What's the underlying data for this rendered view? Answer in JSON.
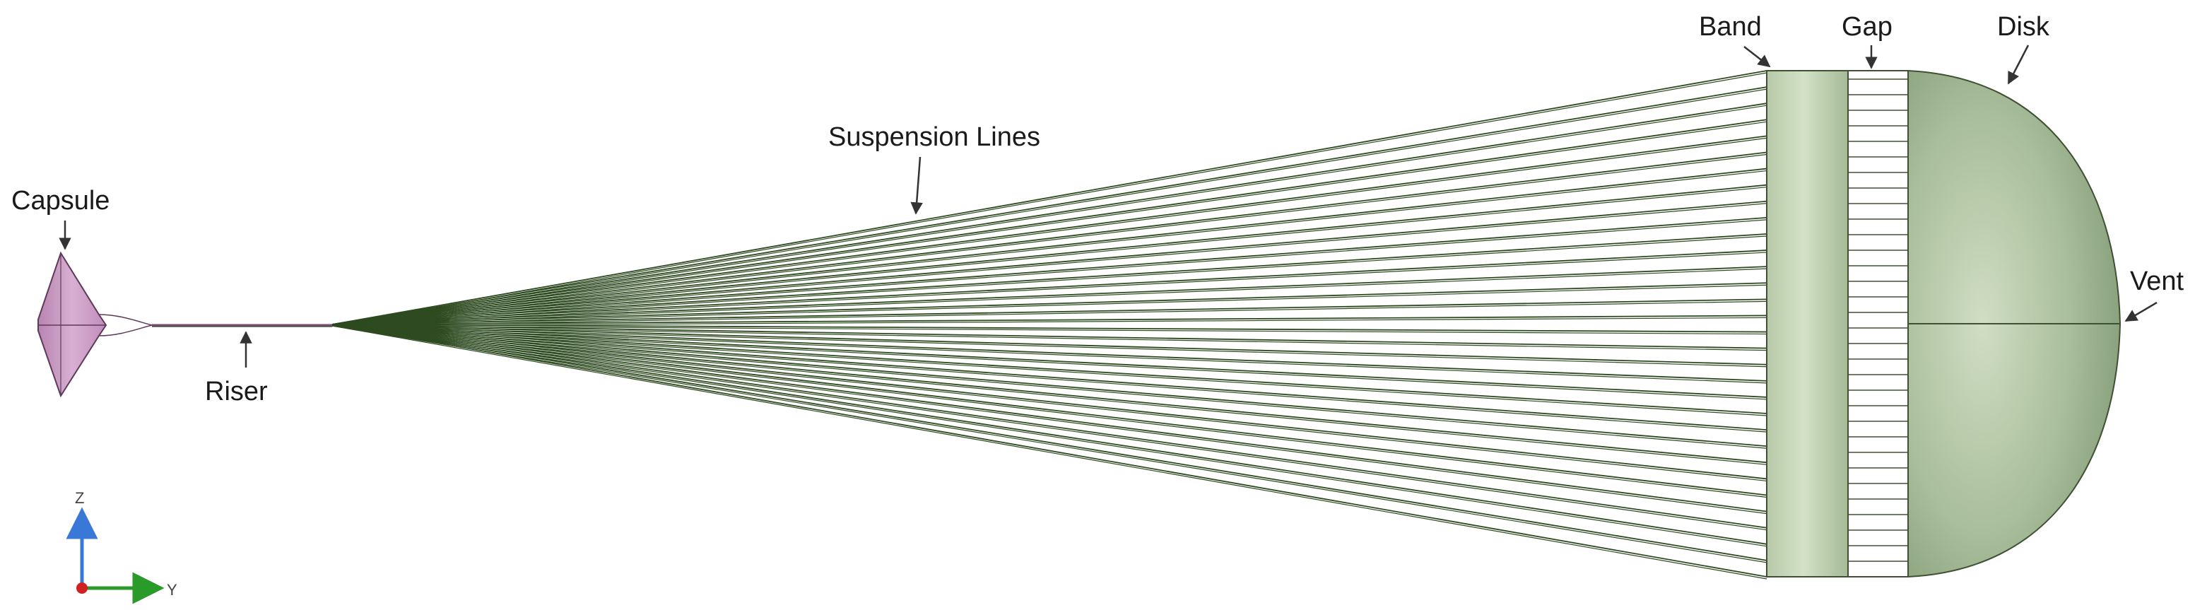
{
  "labels": {
    "capsule": "Capsule",
    "riser": "Riser",
    "suspension_lines": "Suspension Lines",
    "band": "Band",
    "gap": "Gap",
    "disk": "Disk",
    "vent": "Vent"
  },
  "axes": {
    "z": "Z",
    "y": "Y"
  },
  "colors": {
    "canopy_fill": "#a9be9a",
    "canopy_dark": "#7e9672",
    "capsule_fill": "#c79ac2",
    "line_color": "#2e4a20",
    "axis_z": "#3a78d8",
    "axis_y": "#2a9a2a",
    "axis_origin": "#d02020"
  },
  "icons": {
    "axis_triad": "xyz-axis-triad-icon"
  }
}
